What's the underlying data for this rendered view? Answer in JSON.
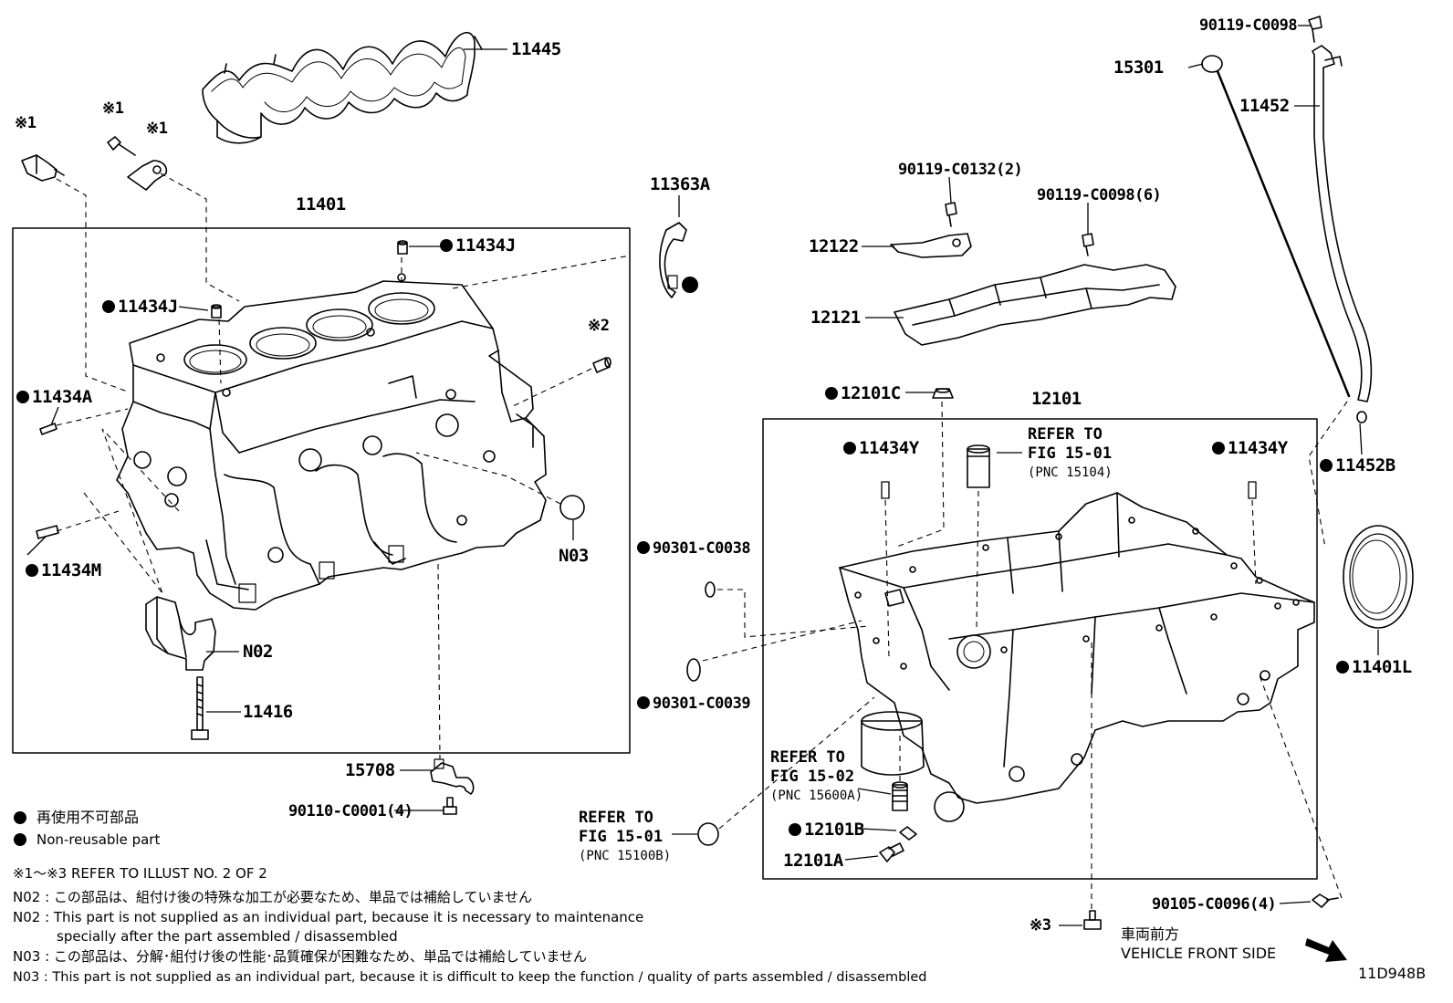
{
  "parts": {
    "p11445": "11445",
    "p11401": "11401",
    "p11363A": "11363A",
    "p11434J_top": "11434J",
    "p11434J_left": "11434J",
    "p11434A": "11434A",
    "p11434M": "11434M",
    "pN03": "N03",
    "pN02": "N02",
    "p11416": "11416",
    "p15708": "15708",
    "p90110": "90110-C0001(4)",
    "p15301": "15301",
    "p11452": "11452",
    "p90119_c0098": "90119-C0098",
    "p90119_c0132": "90119-C0132(2)",
    "p90119_c0098_6": "90119-C0098(6)",
    "p12122": "12122",
    "p12121": "12121",
    "p12101C": "12101C",
    "p12101": "12101",
    "p11434Y_left": "11434Y",
    "p11434Y_right": "11434Y",
    "p11452B": "11452B",
    "p11401L": "11401L",
    "p90301_c0038": "90301-C0038",
    "p90301_c0039": "90301-C0039",
    "p12101B": "12101B",
    "p12101A": "12101A",
    "p90105": "90105-C0096(4)",
    "mark1a": "※1",
    "mark1b": "※1",
    "mark1c": "※1",
    "mark2": "※2",
    "mark3": "※3"
  },
  "refs": {
    "ref_15104": {
      "line1": "REFER TO",
      "line2": "FIG 15-01",
      "pnc": "(PNC 15104)"
    },
    "ref_15600A": {
      "line1": "REFER TO",
      "line2": "FIG 15-02",
      "pnc": "(PNC 15600A)"
    },
    "ref_15100B": {
      "line1": "REFER TO",
      "line2": "FIG 15-01",
      "pnc": "(PNC 15100B)"
    }
  },
  "legend": {
    "jp": "再使用不可部品",
    "en": "Non-reusable part"
  },
  "notes": {
    "refer_illust": "※1〜※3  REFER TO ILLUST NO. 2 OF 2",
    "n02_jp": "N02 : この部品は、組付け後の特殊な加工が必要なため、単品では補給していません",
    "n02_en1": "N02 : This part is not supplied as an individual part, because it is necessary to maintenance",
    "n02_en2": "specially after the part assembled / disassembled",
    "n03_jp": "N03 : この部品は、分解･組付け後の性能･品質確保が困難なため、単品では補給していません",
    "n03_en": "N03 : This part is not supplied as an individual part, because it is difficult to keep the function / quality of parts  assembled / disassembled"
  },
  "front": {
    "jp": "車両前方",
    "en": "VEHICLE FRONT SIDE"
  },
  "illust_id": "11D948B"
}
